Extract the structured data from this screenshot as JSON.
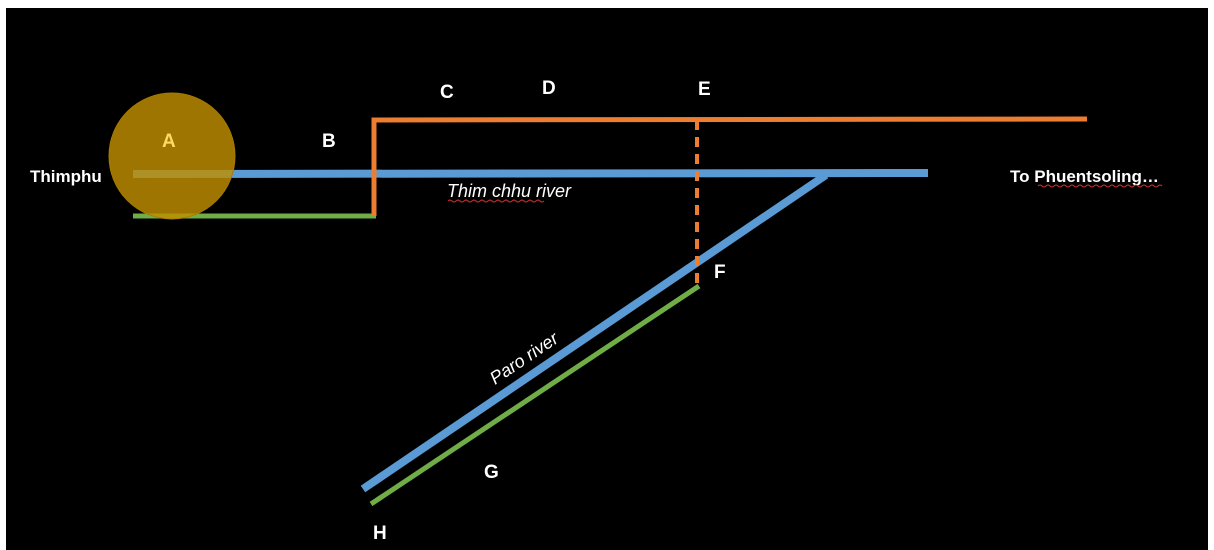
{
  "colors": {
    "background": "#000000",
    "river": "#5b9bd5",
    "orange_route": "#ed7d31",
    "green_route": "#70ad47",
    "circle_fill": "#bf8f00",
    "label_a": "#ffd966"
  },
  "places": {
    "thimphu": "Thimphu",
    "to_prefix": "To ",
    "phuentsholing": "Phuentsoling…"
  },
  "rivers": {
    "thim_chhu": "Thim chhu river",
    "paro": "Paro river"
  },
  "points": {
    "a": "A",
    "b": "B",
    "c": "C",
    "d": "D",
    "e": "E",
    "f": "F",
    "g": "G",
    "h": "H"
  }
}
